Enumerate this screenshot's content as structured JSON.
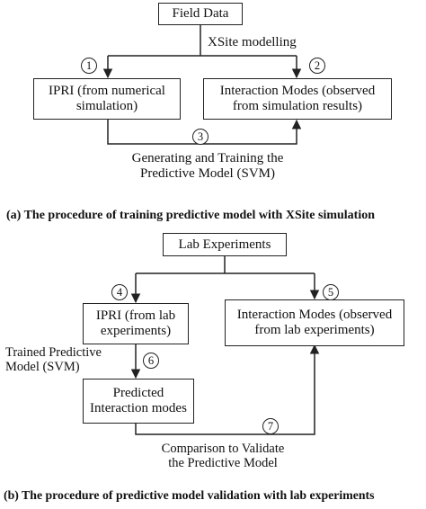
{
  "part_a": {
    "field_data": "Field Data",
    "xsite_modelling": "XSite modelling",
    "ipri_line1": "IPRI (from numerical",
    "ipri_line2": "simulation)",
    "modes_line1": "Interaction Modes (observed",
    "modes_line2": "from simulation results)",
    "generating_line1": "Generating and Training the",
    "generating_line2": "Predictive Model (SVM)",
    "step1": "1",
    "step2": "2",
    "step3": "3",
    "caption": "(a) The procedure of training predictive model with XSite simulation"
  },
  "part_b": {
    "lab_experiments": "Lab Experiments",
    "ipri_line1": "IPRI (from lab",
    "ipri_line2": "experiments)",
    "modes_line1": "Interaction Modes (observed",
    "modes_line2": "from lab experiments)",
    "trained_line1": "Trained Predictive",
    "trained_line2": "Model (SVM)",
    "predicted_line1": "Predicted",
    "predicted_line2": "Interaction modes",
    "comparison_line1": "Comparison to Validate",
    "comparison_line2": "the Predictive Model",
    "step4": "4",
    "step5": "5",
    "step6": "6",
    "step7": "7",
    "caption": "(b) The procedure of predictive model validation with lab experiments"
  }
}
